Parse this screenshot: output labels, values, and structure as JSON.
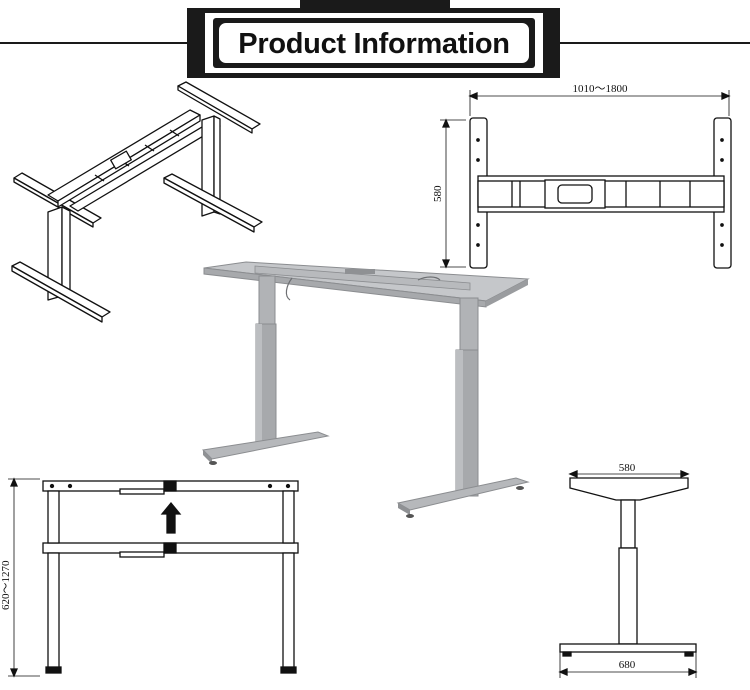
{
  "banner": {
    "title": "Product Information"
  },
  "dimensions": {
    "width_range": "1010～1800",
    "depth_top": "580",
    "height_range": "620～1270",
    "top_width": "580",
    "foot_width": "680"
  },
  "colors": {
    "frame_gray": "#a7a9ac",
    "frame_dark": "#6d6f72",
    "line_black": "#111111",
    "banner_border": "#1a1a1a"
  }
}
